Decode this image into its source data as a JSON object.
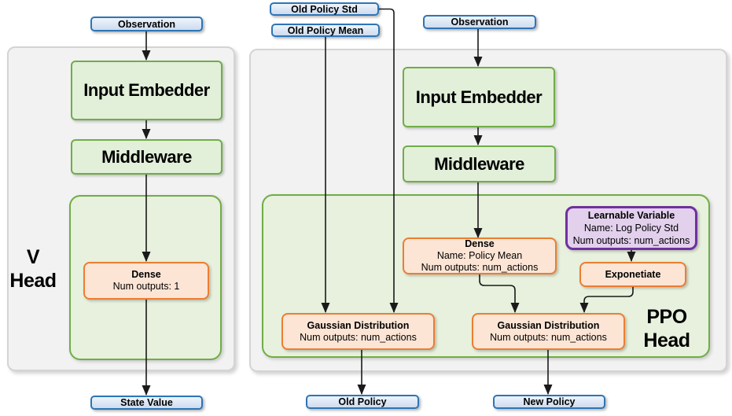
{
  "colors": {
    "blue_border": "#2e75b6",
    "blue_fill": "#dbe5f1",
    "green_border": "#70ad47",
    "green_fill": "#e2efd9",
    "orange_border": "#ed7d31",
    "orange_fill": "#fce5d5",
    "purple_border": "#7030a0",
    "purple_fill": "#e2d0ed",
    "panel_fill": "#f2f2f2",
    "connector": "#1a1a1a"
  },
  "v_head": {
    "title_lines": [
      "V",
      "Head"
    ],
    "input_label": "Observation",
    "blocks": {
      "input_embedder": "Input Embedder",
      "middleware": "Middleware",
      "dense": {
        "title": "Dense",
        "lines": [
          "Num outputs: 1"
        ]
      }
    },
    "output_label": "State Value"
  },
  "ppo_head": {
    "title_lines": [
      "PPO",
      "Head"
    ],
    "inputs": {
      "old_policy_std": "Old Policy Std",
      "old_policy_mean": "Old Policy Mean",
      "observation": "Observation"
    },
    "blocks": {
      "input_embedder": "Input Embedder",
      "middleware": "Middleware",
      "dense": {
        "title": "Dense",
        "lines": [
          "Name: Policy Mean",
          "Num outputs: num_actions"
        ]
      },
      "learnable_variable": {
        "title": "Learnable Variable",
        "lines": [
          "Name: Log Policy Std",
          "Num outputs: num_actions"
        ]
      },
      "exponentiate": {
        "title": "Exponetiate"
      },
      "gaussian_old": {
        "title": "Gaussian Distribution",
        "lines": [
          "Num outputs: num_actions"
        ]
      },
      "gaussian_new": {
        "title": "Gaussian Distribution",
        "lines": [
          "Num outputs: num_actions"
        ]
      }
    },
    "outputs": {
      "old_policy": "Old Policy",
      "new_policy": "New Policy"
    }
  }
}
